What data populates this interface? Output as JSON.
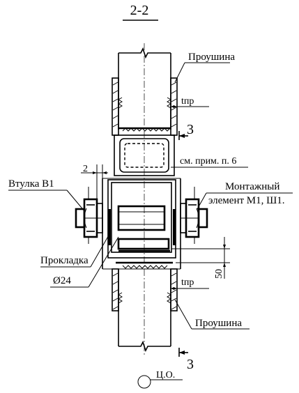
{
  "drawing": {
    "section_title": "2-2",
    "labels": {
      "eyelet_top": "Проушина",
      "eyelet_bottom": "Проушина",
      "t_pr_top": "tпр",
      "t_pr_bottom": "tпр",
      "section_marker_top": "3",
      "section_marker_bottom": "3",
      "see_note": "см. прим. п. 6",
      "bushing": "Втулка В1",
      "mounting_line1": "Монтажный",
      "mounting_line2": "элемент М1, Ш1.",
      "gasket": "Прокладка",
      "diameter": "Ø24",
      "dim_2": "2",
      "dim_50": "50",
      "center_mark": "Ц.О."
    }
  },
  "colors": {
    "ink": "#000000",
    "paper": "#ffffff"
  }
}
